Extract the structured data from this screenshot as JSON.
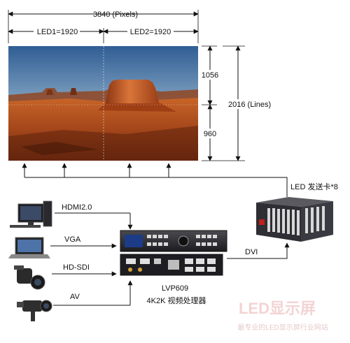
{
  "dimensions": {
    "total_width": "3840 (Pixels)",
    "led1_width": "LED1=1920",
    "led2_width": "LED2=1920",
    "upper_height": "1056",
    "lower_height": "960",
    "total_height": "2016 (Lines)"
  },
  "sender": {
    "label": "LED 发送卡*8"
  },
  "sources": [
    {
      "label": "HDMI2.0",
      "icon": "desktop-computer-icon"
    },
    {
      "label": "VGA",
      "icon": "laptop-icon"
    },
    {
      "label": "HD-SDI",
      "icon": "video-camera-icon"
    },
    {
      "label": "AV",
      "icon": "camcorder-icon"
    }
  ],
  "output_link": {
    "label": "DVI"
  },
  "processor": {
    "model": "LVP609",
    "description": "4K2K 视频处理器"
  },
  "watermark": {
    "main": "LED显示屏",
    "sub": "最专业的LED显示屏行业网站"
  },
  "colors": {
    "wall_sky": "#3f6fa3",
    "wall_ground": "#b4501e",
    "device": "#2a2a2e"
  }
}
